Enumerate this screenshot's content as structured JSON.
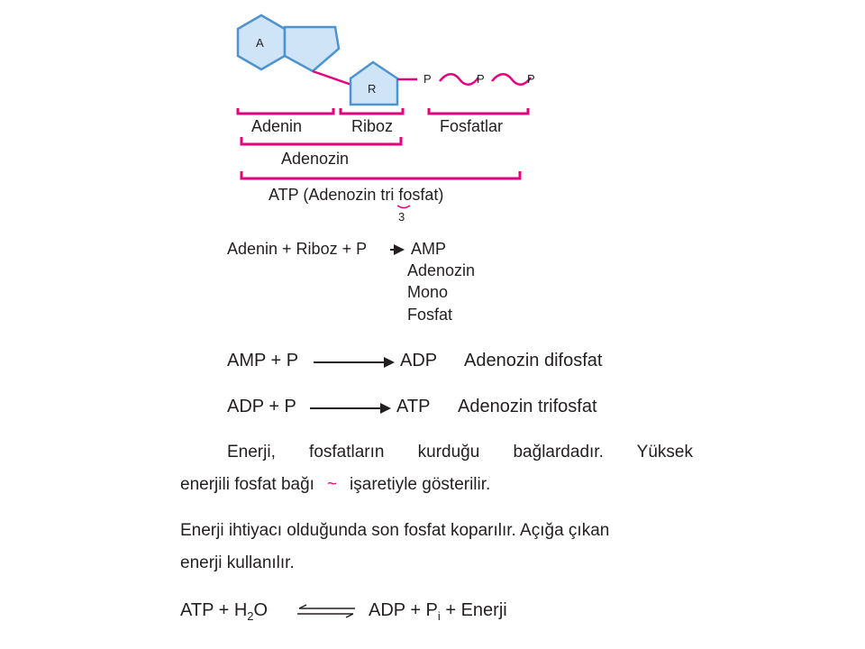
{
  "colors": {
    "accent": "#e5007e",
    "fill": "#cfe4f6",
    "stroke": "#4d93cf",
    "text": "#231f20"
  },
  "molecule": {
    "adenine_letter": "A",
    "ribose_letter": "R",
    "phosphate": "P"
  },
  "labels": {
    "adenin": "Adenin",
    "riboz": "Riboz",
    "fosfatlar": "Fosfatlar",
    "adenozin": "Adenozin",
    "atp_pre": "ATP (Adenozin ",
    "atp_tri": "tri",
    "atp_post": " fosfat)",
    "tri_number": "3"
  },
  "amp": {
    "reaction": "Adenin + Riboz + P",
    "product": "AMP",
    "expansion": [
      "Adenozin",
      "Mono",
      "Fosfat"
    ]
  },
  "adp_reaction": {
    "reactants": "AMP + P",
    "product": "ADP",
    "name": "Adenozin difosfat"
  },
  "atp_reaction": {
    "reactants": "ADP + P",
    "product": "ATP",
    "name": "Adenozin trifosfat"
  },
  "paragraph1": {
    "line1": "Enerji, fosfatların kurduğu bağlardadır. Yüksek",
    "line2_pre": "enerjili fosfat bağı",
    "tilde": "~",
    "line2_post": "işaretiyle gösterilir."
  },
  "paragraph2": {
    "line1": "Enerji ihtiyacı olduğunda son fosfat koparılır. Açığa çıkan",
    "line2": "enerji kullanılır."
  },
  "hydrolysis": {
    "atp": "ATP + H",
    "sub2": "2",
    "o": "O",
    "products_pre": "ADP + P",
    "sub_i": "i",
    "products_post": " + Enerji"
  }
}
